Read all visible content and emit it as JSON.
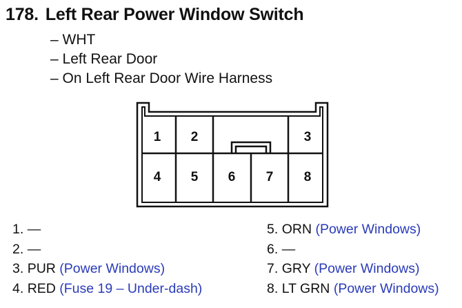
{
  "heading": {
    "number": "178.",
    "title": "Left Rear Power Window Switch"
  },
  "details": [
    "– WHT",
    "– Left Rear Door",
    "– On Left Rear Door Wire Harness"
  ],
  "connector": {
    "cavities": [
      "1",
      "2",
      "3",
      "4",
      "5",
      "6",
      "7",
      "8"
    ]
  },
  "pins_left": [
    {
      "num": "1.",
      "wire": "—",
      "circuit": ""
    },
    {
      "num": "2.",
      "wire": "—",
      "circuit": ""
    },
    {
      "num": "3.",
      "wire": "PUR",
      "circuit": "(Power Windows)"
    },
    {
      "num": "4.",
      "wire": "RED",
      "circuit": "(Fuse 19 – Under-dash)"
    }
  ],
  "pins_right": [
    {
      "num": "5.",
      "wire": "ORN",
      "circuit": "(Power Windows)"
    },
    {
      "num": "6.",
      "wire": "—",
      "circuit": ""
    },
    {
      "num": "7.",
      "wire": "GRY",
      "circuit": "(Power Windows)"
    },
    {
      "num": "8.",
      "wire": "LT GRN",
      "circuit": "(Power Windows)"
    }
  ],
  "colors": {
    "text": "#111111",
    "circuit": "#2a3bb8",
    "outline": "#111111"
  }
}
